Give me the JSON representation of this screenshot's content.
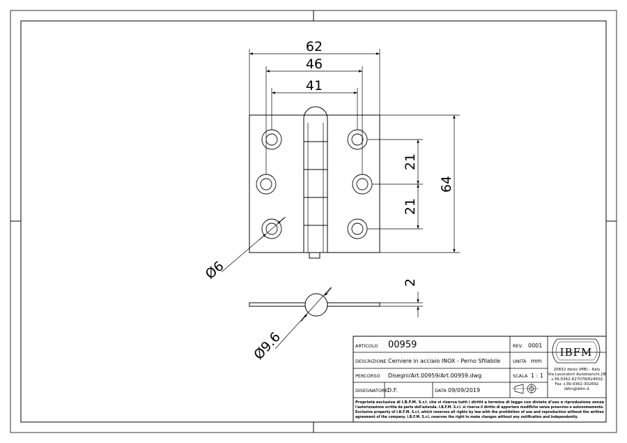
{
  "dimensions": {
    "overall_width": "62",
    "hole_span_outer": "46",
    "hole_span_inner": "41",
    "hole_pitch_upper": "21",
    "hole_pitch_lower": "21",
    "height": "64",
    "hole_diameter": "Ø6",
    "thickness": "2",
    "knuckle_diameter": "Ø9.6"
  },
  "title_block": {
    "articolo_label": "ARTICOLO",
    "articolo_value": "00959",
    "rev_label": "REV.",
    "rev_value": "0001",
    "descrizione_label": "DESCRIZIONE",
    "descrizione_value": "Cerniere in acciaio INOX - Perno Sfilabile",
    "unita_label": "UNITÀ",
    "unita_value": "mm",
    "percorso_label": "PERCORSO",
    "percorso_value": "Disegni/Art.00959/Art.00959.dwg",
    "scala_label": "SCALA",
    "scala_value": "1 : 1",
    "disegnatore_label": "DISEGNATORE",
    "disegnatore_value": "D.F.",
    "data_label": "DATA",
    "data_value": "09/09/2019"
  },
  "company": {
    "logo": "IBFM",
    "address_1": "20832 desio (MB) - Italy",
    "address_2": "Via Lavoratori Autobianchi,1B",
    "phone": "+39-0362-627078/624502",
    "fax": "Fax +39-0362-302692",
    "email": "ibfm@ibfm.it"
  },
  "legal": {
    "line_1": "Proprietà esclusiva di I.B.F.M. S.r.l. che si riserva tutti i diritti a termine di legge con divieto d'uso e riproduzione senza",
    "line_2": "l'autorizzazione scritta da parte dell'azienda. I.B.F.M. S.r.l. si riserva il diritto di apportare modifiche senza preavviso e autonomamente.",
    "line_3": "Exclusive property of I.B.F.M. S.r.l. which reserves all rights by law with the prohibition of use and reproduction without the written",
    "line_4": "agreement of the company. I.B.F.M. S.r.l. reserves the right to make changes without any notification and independently."
  }
}
